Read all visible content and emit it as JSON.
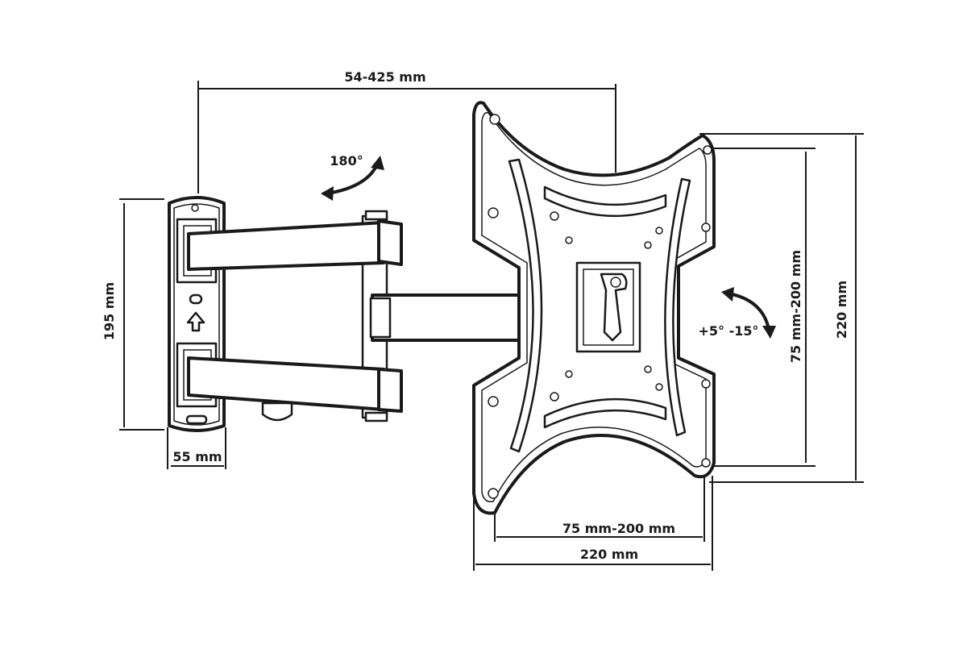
{
  "dimensions": {
    "arm_extension": "54-425 mm",
    "swivel_angle": "180°",
    "wall_plate_height": "195 mm",
    "wall_plate_width": "55 mm",
    "tilt_angle": "+5° -15°",
    "vesa_vertical": "75 mm-200 mm",
    "plate_height": "220 mm",
    "vesa_horizontal": "75 mm-200 mm",
    "plate_width": "220 mm"
  },
  "colors": {
    "line": "#1a1a1a",
    "background": "#ffffff"
  }
}
